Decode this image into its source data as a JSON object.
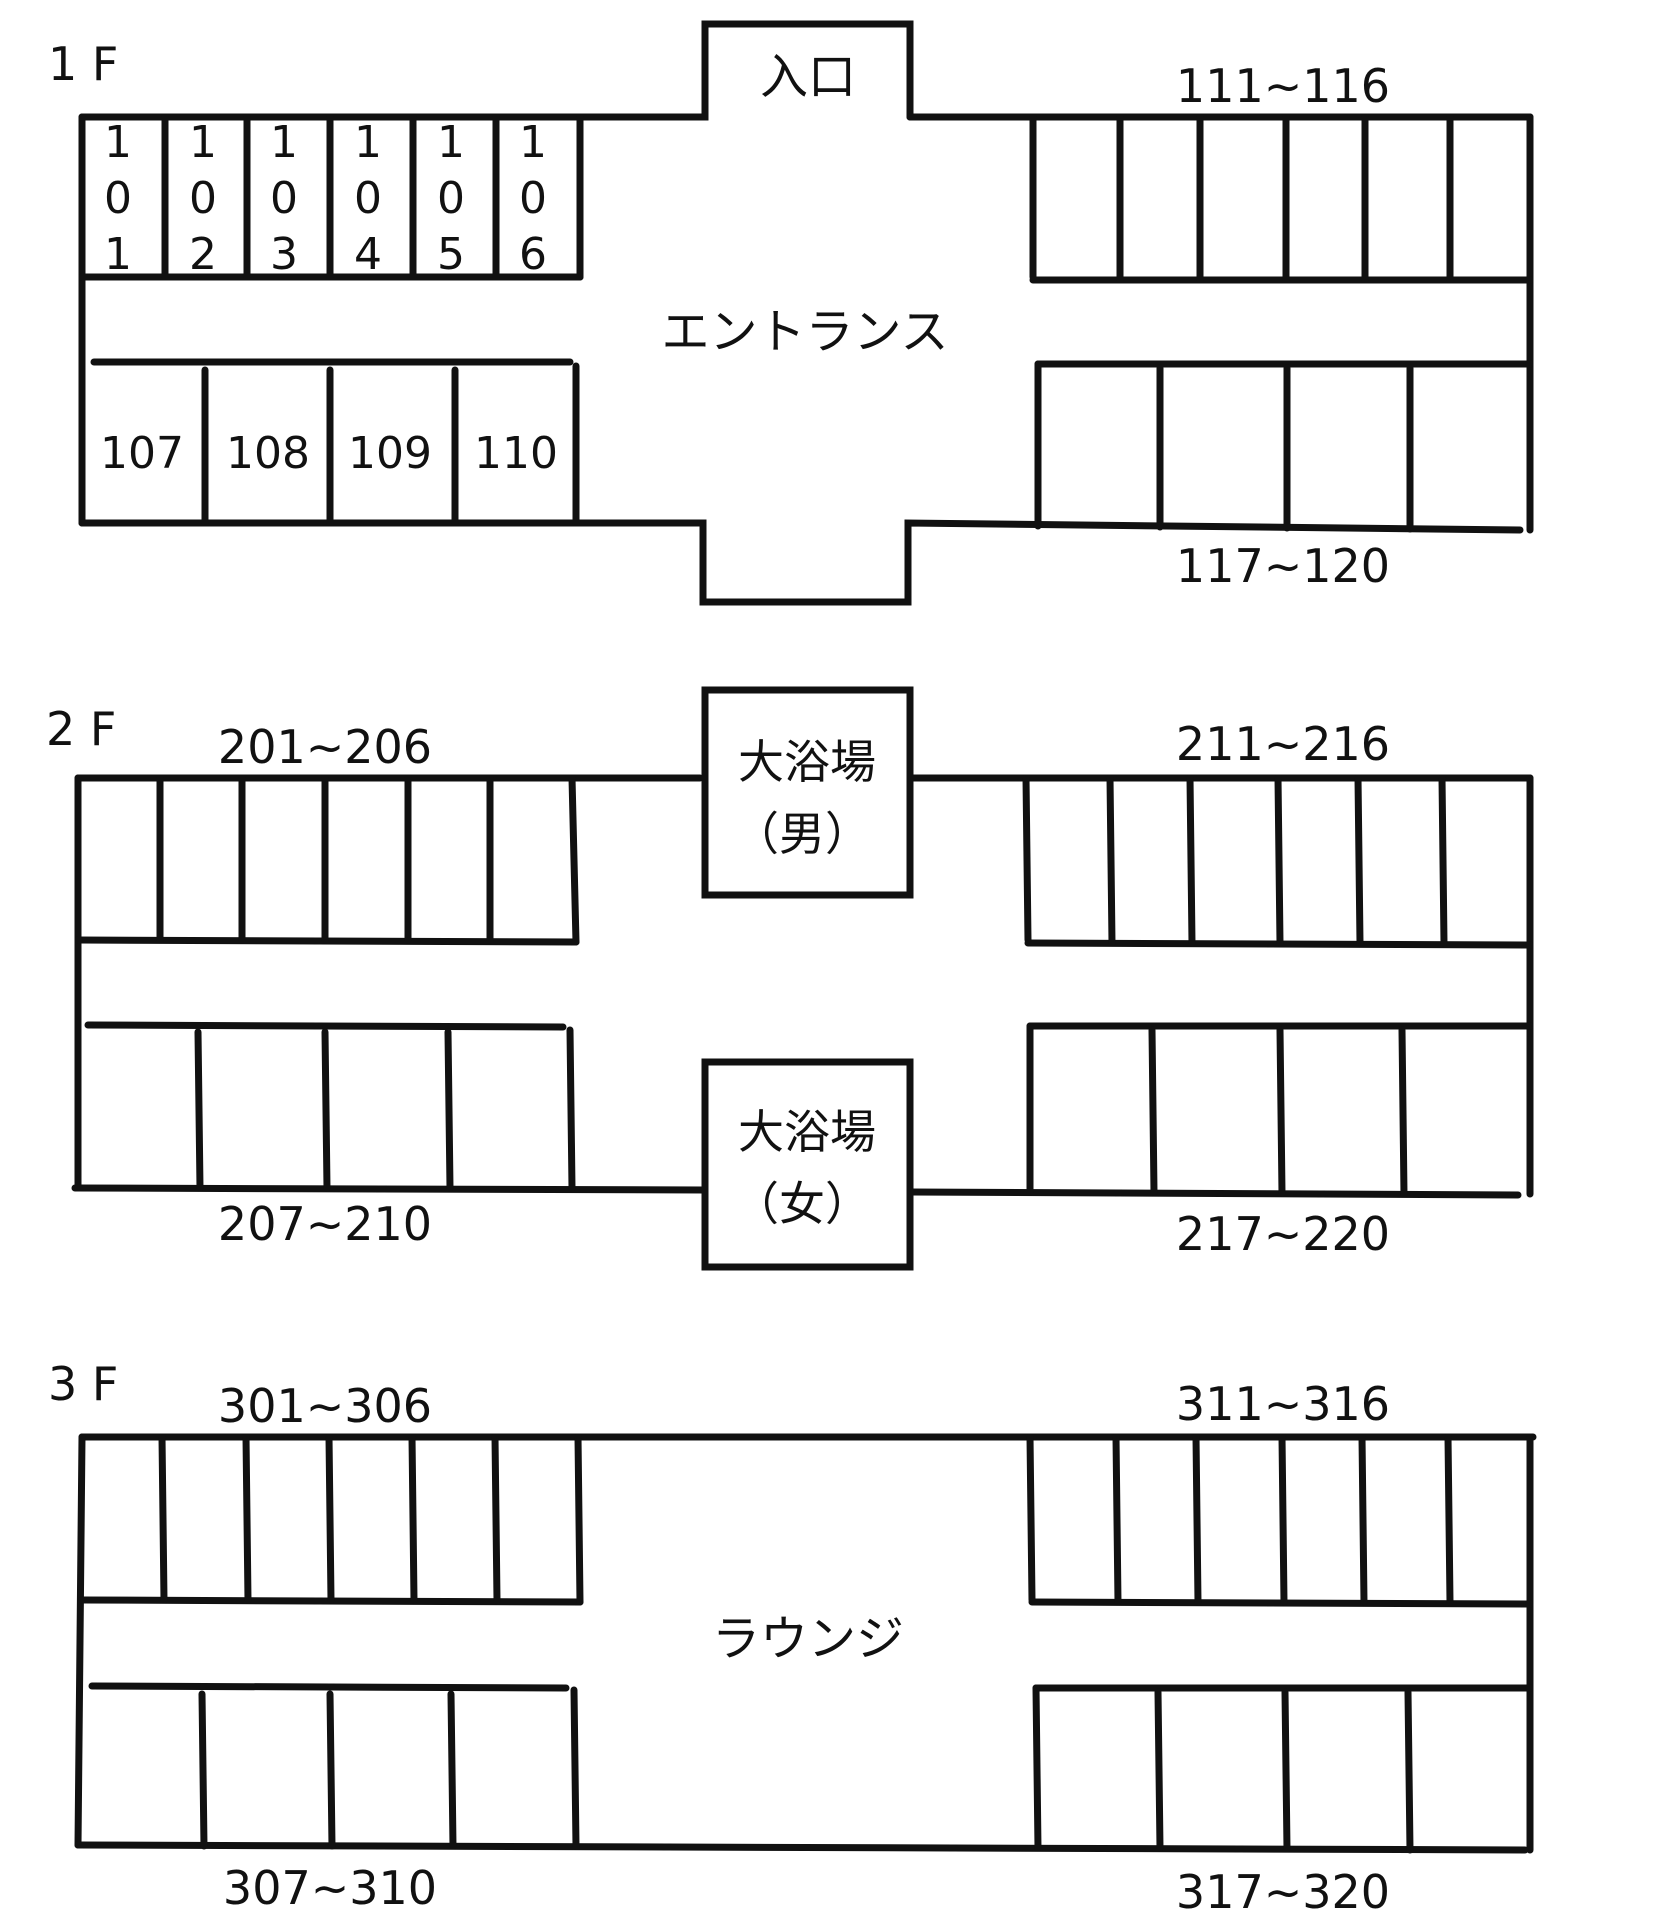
{
  "floors": [
    {
      "label": "1 F",
      "area": "エントランス",
      "entry": "入口",
      "left_top_rooms": [
        "101",
        "102",
        "103",
        "104",
        "105",
        "106"
      ],
      "left_bottom_rooms": [
        "107",
        "108",
        "109",
        "110"
      ],
      "right_top_range": "111~116",
      "right_bottom_range": "117~120"
    },
    {
      "label": "2 F",
      "left_top_range": "201~206",
      "left_bottom_range": "207~210",
      "right_top_range": "211~216",
      "right_bottom_range": "217~220",
      "bath_men": {
        "name": "大浴場",
        "sub": "（男）"
      },
      "bath_women": {
        "name": "大浴場",
        "sub": "（女）"
      }
    },
    {
      "label": "3 F",
      "area": "ラウンジ",
      "left_top_range": "301~306",
      "left_bottom_range": "307~310",
      "right_top_range": "311~316",
      "right_bottom_range": "317~320"
    }
  ]
}
